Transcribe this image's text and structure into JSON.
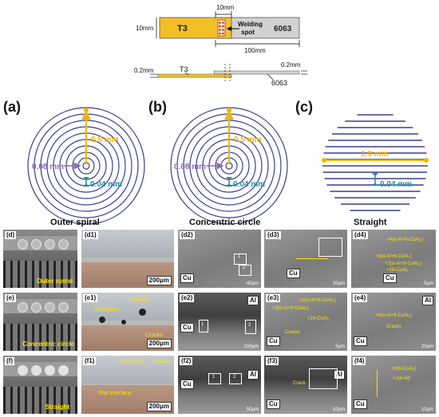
{
  "schematic": {
    "t3_label": "T3",
    "al_label": "6063",
    "welding_label_1": "Welding",
    "welding_label_2": "spot",
    "dim_10mm_top": "10mm",
    "dim_10mm_left": "10mm",
    "dim_100mm": "100mm",
    "dim_02_left": "0.2mm",
    "dim_02_right": "0.2mm",
    "side_t3": "T3",
    "side_6063": "6063",
    "colors": {
      "copper": "#f2bf27",
      "aluminum": "#d2d2d2"
    }
  },
  "patterns": [
    {
      "letter": "(a)",
      "title": "Outer spiral",
      "pitch": "0.5 mm",
      "line_width": "0.08 mm",
      "spacing": "0.04 mm"
    },
    {
      "letter": "(b)",
      "title": "Concentric circle",
      "pitch": "0.5 mm",
      "line_width": "0.08 mm",
      "spacing": "0.04 mm"
    },
    {
      "letter": "(c)",
      "title": "Straight",
      "pitch": "1.0 mm",
      "spacing": "0.04 mm"
    }
  ],
  "rows": [
    {
      "photo_label": "(d)",
      "photo_caption": "Outer spiral",
      "micro_label": "(d1)",
      "micro_scale": "200μm",
      "sem": [
        {
          "label": "(d2)",
          "phase": "Cu",
          "marks": [
            "1",
            "2"
          ],
          "scale": "40μm"
        },
        {
          "label": "(d3)",
          "phase": "Cu",
          "scale": "20μm"
        },
        {
          "label": "(d4)",
          "phase": "Cu",
          "annotations": [
            "+4(α-Al+θ-CuAl₂)",
            "+3(α-Al+θ-CuAl₂)",
            "+2(α-Al+θ-CuAl₂)",
            "+1θ-CuAl₂"
          ],
          "scale": "5μm"
        }
      ]
    },
    {
      "photo_label": "(e)",
      "photo_caption": "Concentric circle",
      "micro_label": "(e1)",
      "micro_scale": "200μm",
      "micro_notes": [
        "Porosity",
        "Porosities",
        "Cracks"
      ],
      "sem": [
        {
          "label": "(e2)",
          "phase": "Cu",
          "phase2": "Al",
          "marks": [
            "1",
            "2"
          ],
          "scale": "100μm"
        },
        {
          "label": "(e3)",
          "phase": "Cu",
          "annotations": [
            "+2(α-Al+θ-CuAl₂)",
            "+3(α-Al+θ-CuAl₂)",
            "+1θ-CuAl₂",
            "Cracks"
          ],
          "scale": "5μm"
        },
        {
          "label": "(e4)",
          "phase": "Cu",
          "phase2": "Al",
          "annotations": [
            "+4(α-Al+θ-CuAl₂)",
            "Cracks"
          ],
          "scale": "20μm"
        }
      ]
    },
    {
      "photo_label": "(f)",
      "photo_caption": "Straight",
      "micro_label": "(f1)",
      "micro_scale": "200μm",
      "micro_notes": [
        "Porosities",
        "Cracks",
        "Flat interface"
      ],
      "sem": [
        {
          "label": "(f2)",
          "phase": "Cu",
          "phase2": "Al",
          "marks": [
            "1",
            "2"
          ],
          "scale": "50μm"
        },
        {
          "label": "(f3)",
          "phase": "Cu",
          "phase2": "Al",
          "annotations": [
            "Crack"
          ],
          "scale": "10μm"
        },
        {
          "label": "(f4)",
          "phase": "Cu",
          "annotations": [
            "+2(θ-CuAl₂)",
            "+1(α-Al)"
          ],
          "scale": "10μm"
        }
      ]
    }
  ]
}
